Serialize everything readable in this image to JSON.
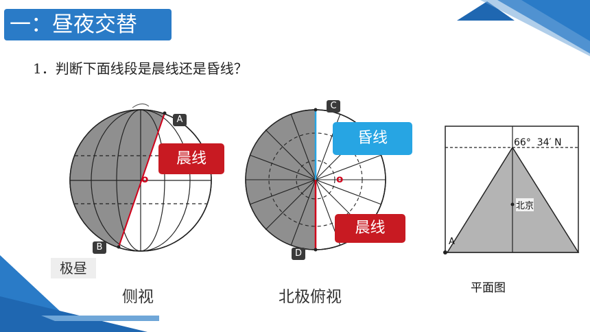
{
  "header": {
    "title": "一：昼夜交替"
  },
  "question": {
    "text": "1．判断下面线段是晨线还是昏线？"
  },
  "side_view": {
    "caption": "侧视",
    "label_chen": "晨线",
    "center_o": "o",
    "point_a": "A",
    "point_b": "B",
    "note": "极昼"
  },
  "north_view": {
    "caption": "北极俯视",
    "label_hun": "昏线",
    "label_chen": "晨线",
    "center_o": "o",
    "point_c": "C",
    "point_d": "D"
  },
  "plan_view": {
    "caption": "平面图",
    "latitude": "66°  34′ N",
    "city": "北京",
    "point_a": "A"
  },
  "colors": {
    "header_blue": "#2a7bc7",
    "red_bubble": "#c81a22",
    "cyan_bubble": "#27a5e3",
    "night_gray": "#8f8f8f"
  }
}
